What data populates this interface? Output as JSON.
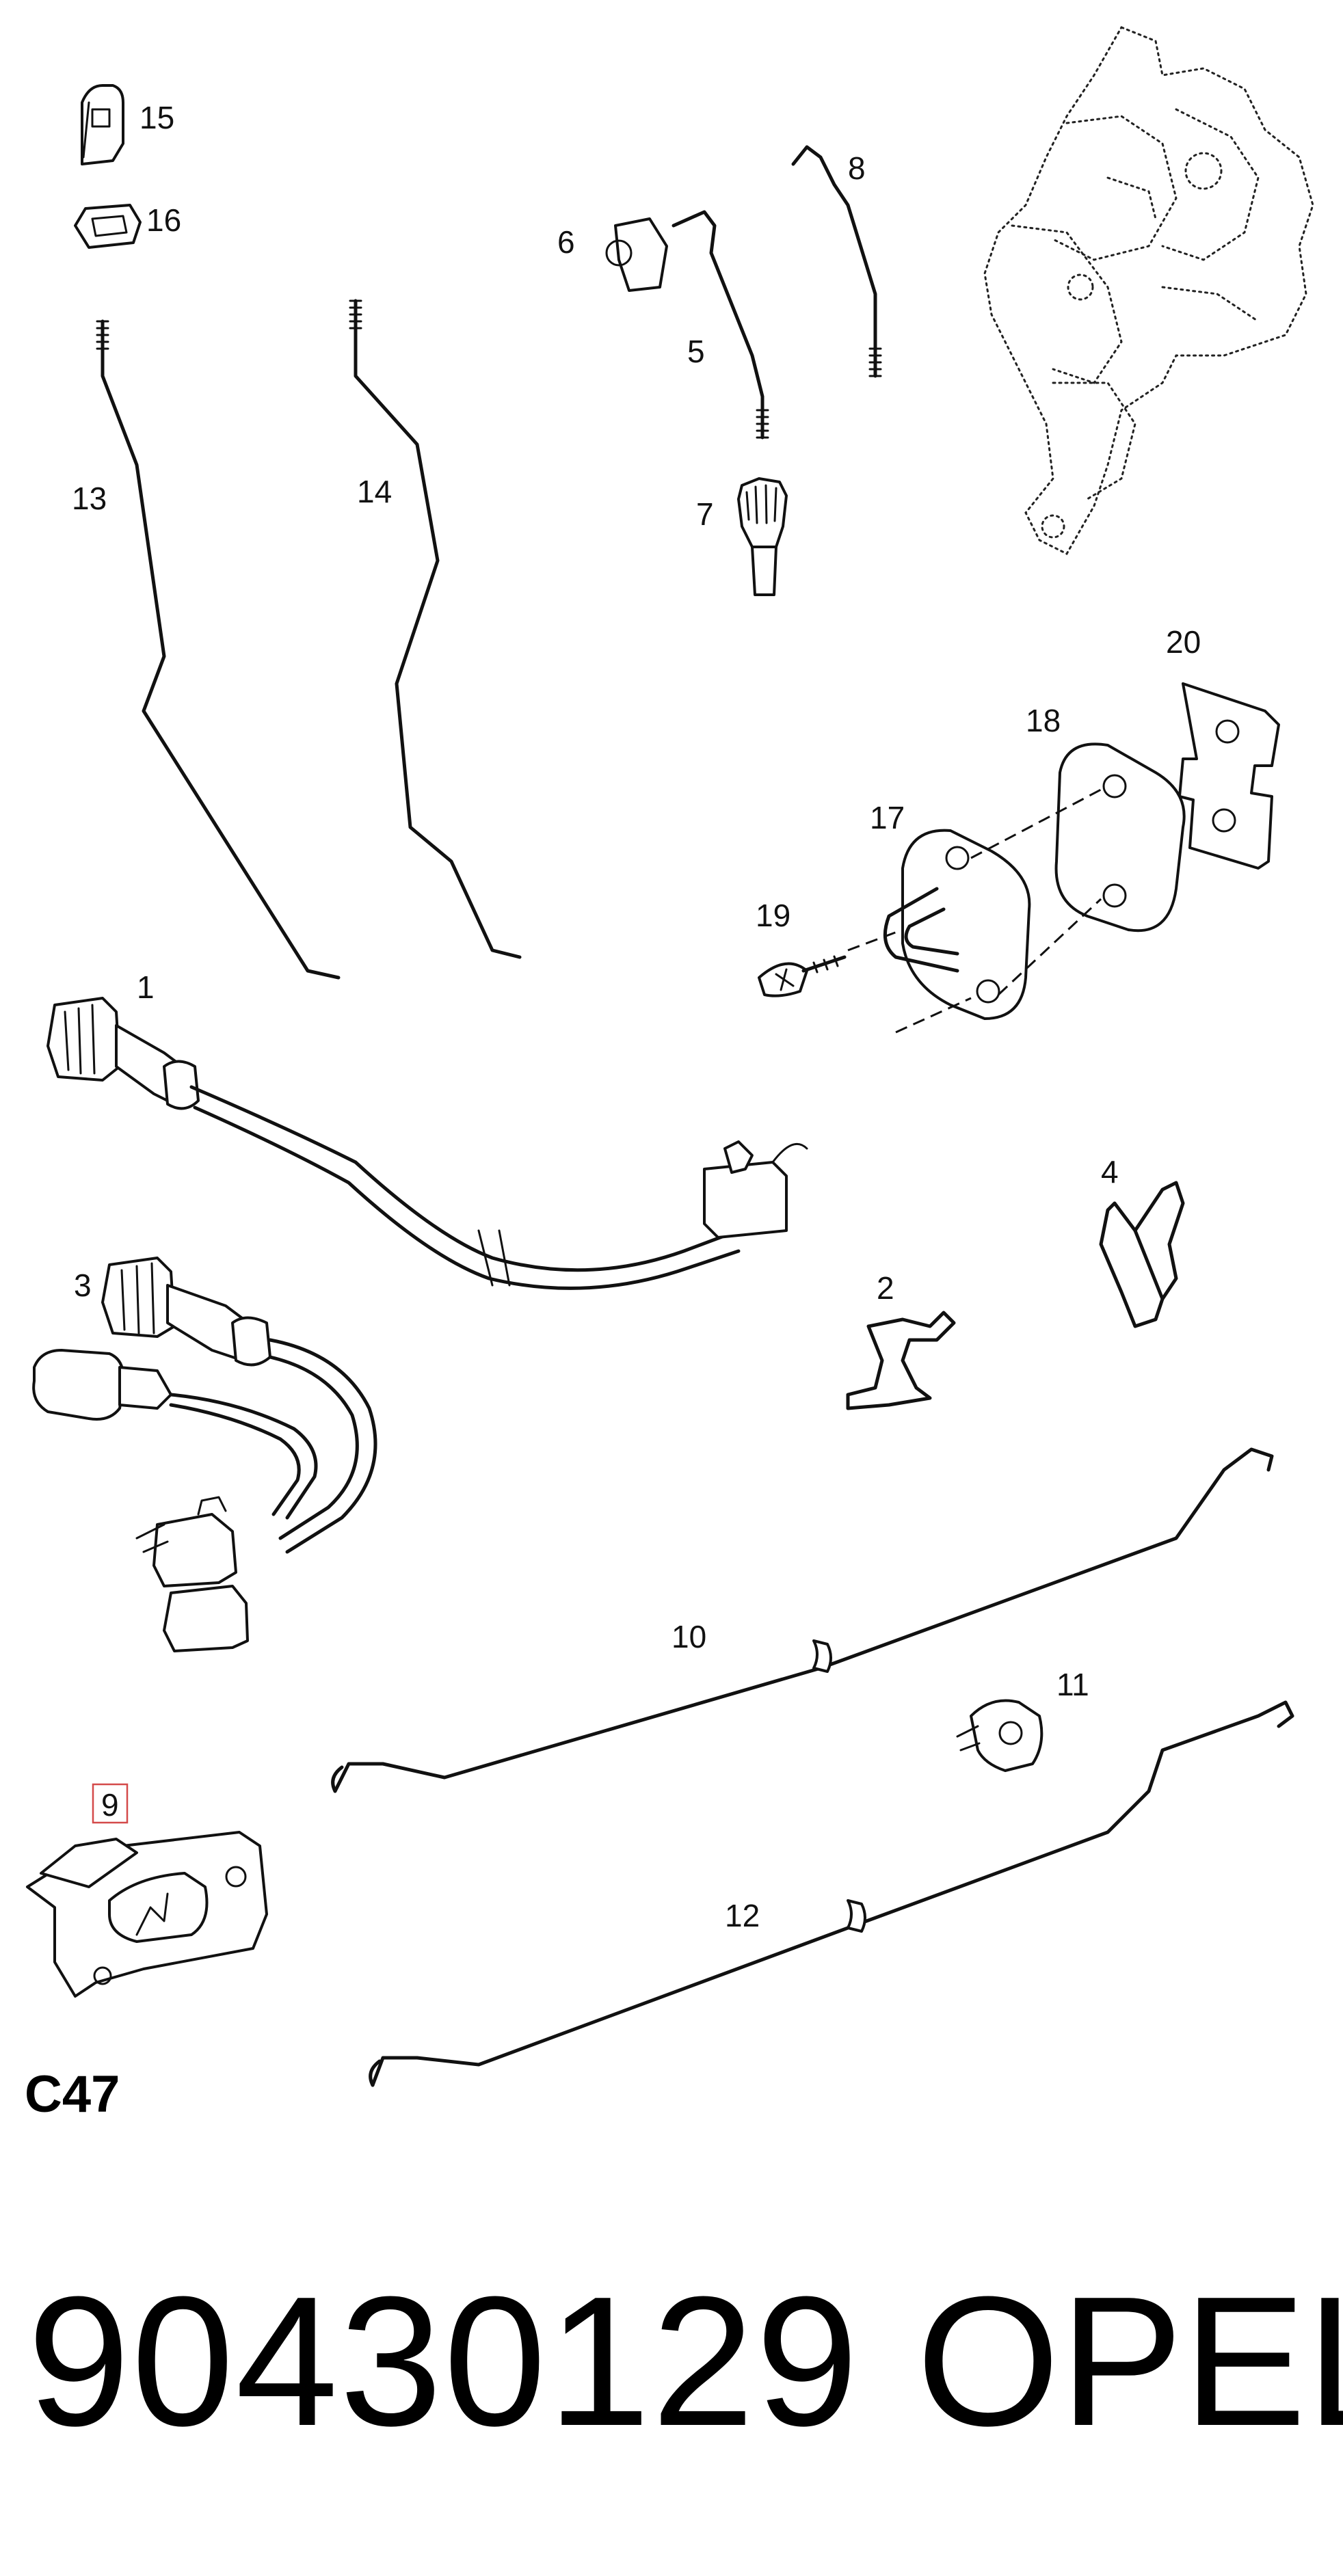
{
  "diagram": {
    "drawing_code": "C47",
    "part_number": "90430129",
    "brand": "OPEL",
    "highlighted_callout": "9",
    "highlight_color": "#d44a4a",
    "callouts": [
      {
        "id": "c1",
        "label": "1",
        "part": "lock switch wiring harness"
      },
      {
        "id": "c2",
        "label": "2",
        "part": "spring clip"
      },
      {
        "id": "c3",
        "label": "3",
        "part": "double switch wiring harness"
      },
      {
        "id": "c4",
        "label": "4",
        "part": "retaining clip"
      },
      {
        "id": "c5",
        "label": "5",
        "part": "rod"
      },
      {
        "id": "c6",
        "label": "6",
        "part": "clip"
      },
      {
        "id": "c7",
        "label": "7",
        "part": "knob"
      },
      {
        "id": "c8",
        "label": "8",
        "part": "rod"
      },
      {
        "id": "c9",
        "label": "9",
        "part": "inside handle housing"
      },
      {
        "id": "c10",
        "label": "10",
        "part": "long rod"
      },
      {
        "id": "c11",
        "label": "11",
        "part": "rod clip"
      },
      {
        "id": "c12",
        "label": "12",
        "part": "long rod"
      },
      {
        "id": "c13",
        "label": "13",
        "part": "rod"
      },
      {
        "id": "c14",
        "label": "14",
        "part": "rod"
      },
      {
        "id": "c15",
        "label": "15",
        "part": "clip"
      },
      {
        "id": "c16",
        "label": "16",
        "part": "grommet"
      },
      {
        "id": "c17",
        "label": "17",
        "part": "striker"
      },
      {
        "id": "c18",
        "label": "18",
        "part": "shim plate"
      },
      {
        "id": "c19",
        "label": "19",
        "part": "screw"
      },
      {
        "id": "c20",
        "label": "20",
        "part": "backing plate"
      }
    ]
  }
}
